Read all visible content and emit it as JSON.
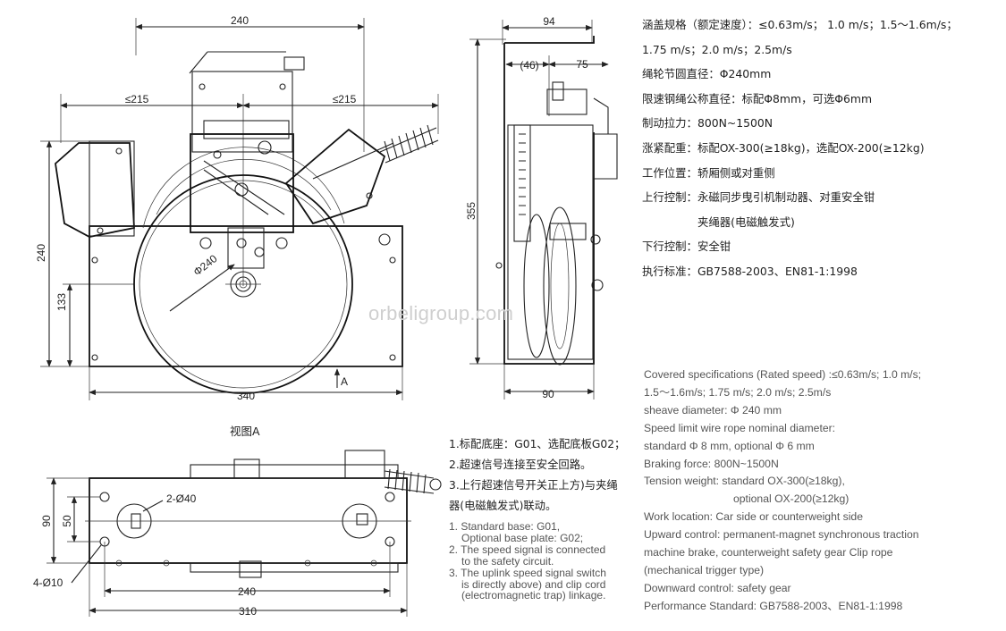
{
  "watermark": "orbeligroup.com",
  "front_view": {
    "dims": {
      "top_width": "240",
      "left_reach": "≤215",
      "right_reach": "≤215",
      "height": "240",
      "axis_height": "133",
      "sheave_dia": "Φ240",
      "base_width": "340",
      "view_arrow": "A"
    }
  },
  "side_view": {
    "dims": {
      "top_width": "94",
      "offset": "(46)",
      "width_75": "75",
      "height": "355",
      "base_width": "90"
    }
  },
  "bottom_view": {
    "title": "视图A",
    "dims": {
      "holes_large": "2-Ø40",
      "holes_small": "4-Ø10",
      "height_90": "90",
      "height_50": "50",
      "span_240": "240",
      "total_310": "310"
    }
  },
  "notes_zh": [
    "1.标配底座：G01、选配底板G02；",
    "2.超速信号连接至安全回路。",
    "3.上行超速信号开关正上方)与夹绳",
    "器(电磁触发式)联动。"
  ],
  "notes_en": [
    "1. Standard base: G01,",
    "Optional base plate: G02;",
    "2. The speed signal is connected",
    "to the safety circuit.",
    "3. The uplink speed signal switch",
    "is directly above) and clip cord",
    "(electromagnetic trap) linkage."
  ],
  "specs_zh": [
    "涵盖规格（额定速度）：≤0.63m/s； 1.0 m/s；1.5～1.6m/s；",
    "1.75 m/s；2.0 m/s；2.5m/s",
    "绳轮节圆直径：Φ240mm",
    "限速钢绳公称直径：标配Φ8mm，可选Φ6mm",
    "制动拉力：800N~1500N",
    "涨紧配重：标配OX-300(≥18kg)，选配OX-200(≥12kg)",
    "工作位置：轿厢侧或对重侧",
    "上行控制：永磁同步曳引机制动器、对重安全钳",
    "夹绳器(电磁触发式)",
    "下行控制：安全钳",
    "执行标准：GB7588-2003、EN81-1:1998"
  ],
  "specs_en": [
    "Covered specifications (Rated speed) :≤0.63m/s;   1.0 m/s;",
    "1.5～1.6m/s;  1.75 m/s;  2.0 m/s;  2.5m/s",
    "sheave diameter:  Φ 240 mm",
    "Speed limit wire rope nominal diameter:",
    "standard Φ 8 mm, optional Φ 6 mm",
    "Braking force: 800N~1500N",
    "Tension weight: standard OX-300(≥18kg),",
    "optional  OX-200(≥12kg)",
    "Work location: Car side or counterweight side",
    "Upward control:  permanent-magnet synchronous traction",
    "machine brake,  counterweight safety gear Clip rope",
    "(mechanical trigger type)",
    "Downward control: safety gear",
    "Performance Standard:  GB7588-2003、EN81-1:1998"
  ]
}
